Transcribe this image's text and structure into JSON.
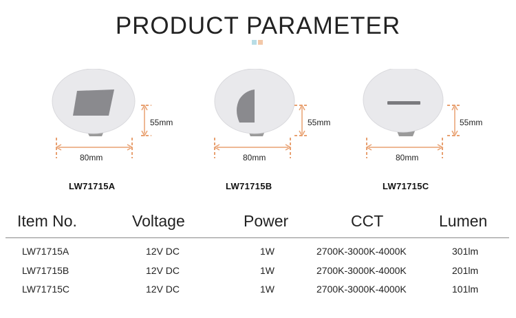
{
  "header": {
    "title": "PRODUCT PARAMETER"
  },
  "products": [
    {
      "height_label": "55mm",
      "width_label": "80mm",
      "model": "LW71715A",
      "shape": "square-window"
    },
    {
      "height_label": "55mm",
      "width_label": "80mm",
      "model": "LW71715B",
      "shape": "half-moon-window"
    },
    {
      "height_label": "55mm",
      "width_label": "80mm",
      "model": "LW71715C",
      "shape": "slot-window"
    }
  ],
  "table": {
    "headers": [
      "Item No.",
      "Voltage",
      "Power",
      "CCT",
      "Lumen"
    ],
    "rows": [
      [
        "LW71715A",
        "12V DC",
        "1W",
        "2700K-3000K-4000K",
        "301lm"
      ],
      [
        "LW71715B",
        "12V DC",
        "1W",
        "2700K-3000K-4000K",
        "201lm"
      ],
      [
        "LW71715C",
        "12V DC",
        "1W",
        "2700K-3000K-4000K",
        "101lm"
      ]
    ]
  },
  "colors": {
    "dimension_line": "#e8a070",
    "accent_dot_1": "#b8dde6",
    "accent_dot_2": "#f3c8a8"
  }
}
